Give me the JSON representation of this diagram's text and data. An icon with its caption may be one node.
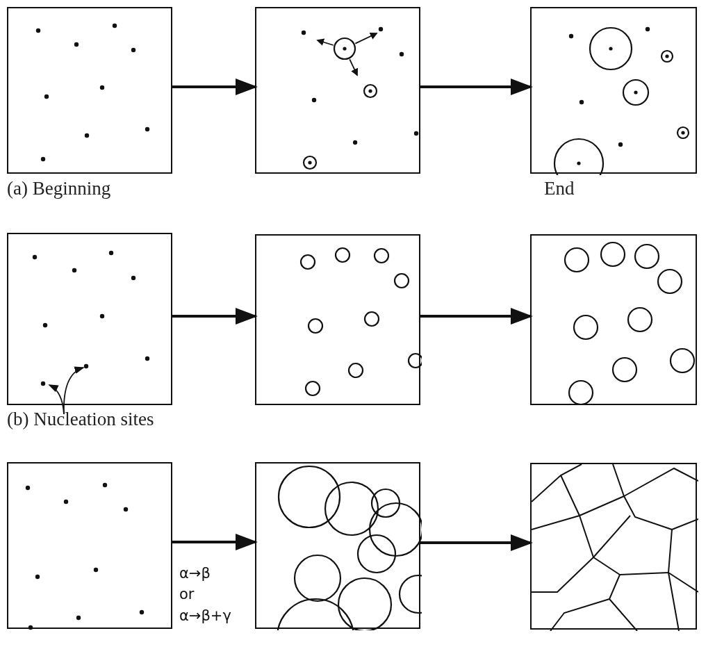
{
  "diagram": {
    "nodes": [
      {
        "text": [],
        "shape": "picture",
        "beside": [
          "(a) Beginning"
        ]
      },
      {
        "text": [],
        "shape": "picture"
      },
      {
        "text": [],
        "shape": "picture",
        "beside": [
          "End"
        ]
      },
      {
        "text": [],
        "shape": "picture"
      },
      {
        "text": [],
        "shape": "picture"
      },
      {
        "text": [],
        "shape": "picture"
      },
      {
        "text": [],
        "shape": "picture"
      },
      {
        "text": [],
        "shape": "picture"
      },
      {
        "text": [],
        "shape": "picture"
      },
      {
        "text": [
          "(b) Nucleation sites"
        ]
      }
    ],
    "edges": [
      {
        "from": 0,
        "to": 1,
        "arrow": "to"
      },
      {
        "from": 1,
        "to": 2,
        "arrow": "to"
      },
      {
        "from": 3,
        "to": 4,
        "arrow": "to"
      },
      {
        "from": 4,
        "to": 5,
        "arrow": "to"
      },
      {
        "from": 6,
        "to": 7,
        "arrow": "to",
        "label": "α→β or α→β+γ"
      },
      {
        "from": 7,
        "to": 8,
        "arrow": "to"
      },
      {
        "from": 9,
        "to": 3,
        "arrow": "to"
      },
      {
        "from": 9,
        "to": 3,
        "arrow": "to"
      }
    ]
  }
}
